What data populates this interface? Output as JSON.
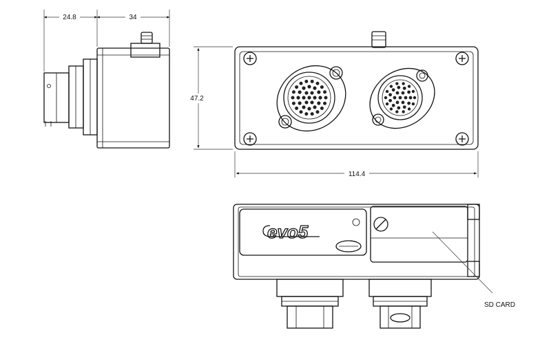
{
  "dimensions": {
    "side_depth": "24.8",
    "side_width": "34",
    "height": "47.2",
    "length": "114.4"
  },
  "labels": {
    "sd_card": "SD CARD"
  },
  "colors": {
    "line": "#111111",
    "background": "#ffffff"
  }
}
